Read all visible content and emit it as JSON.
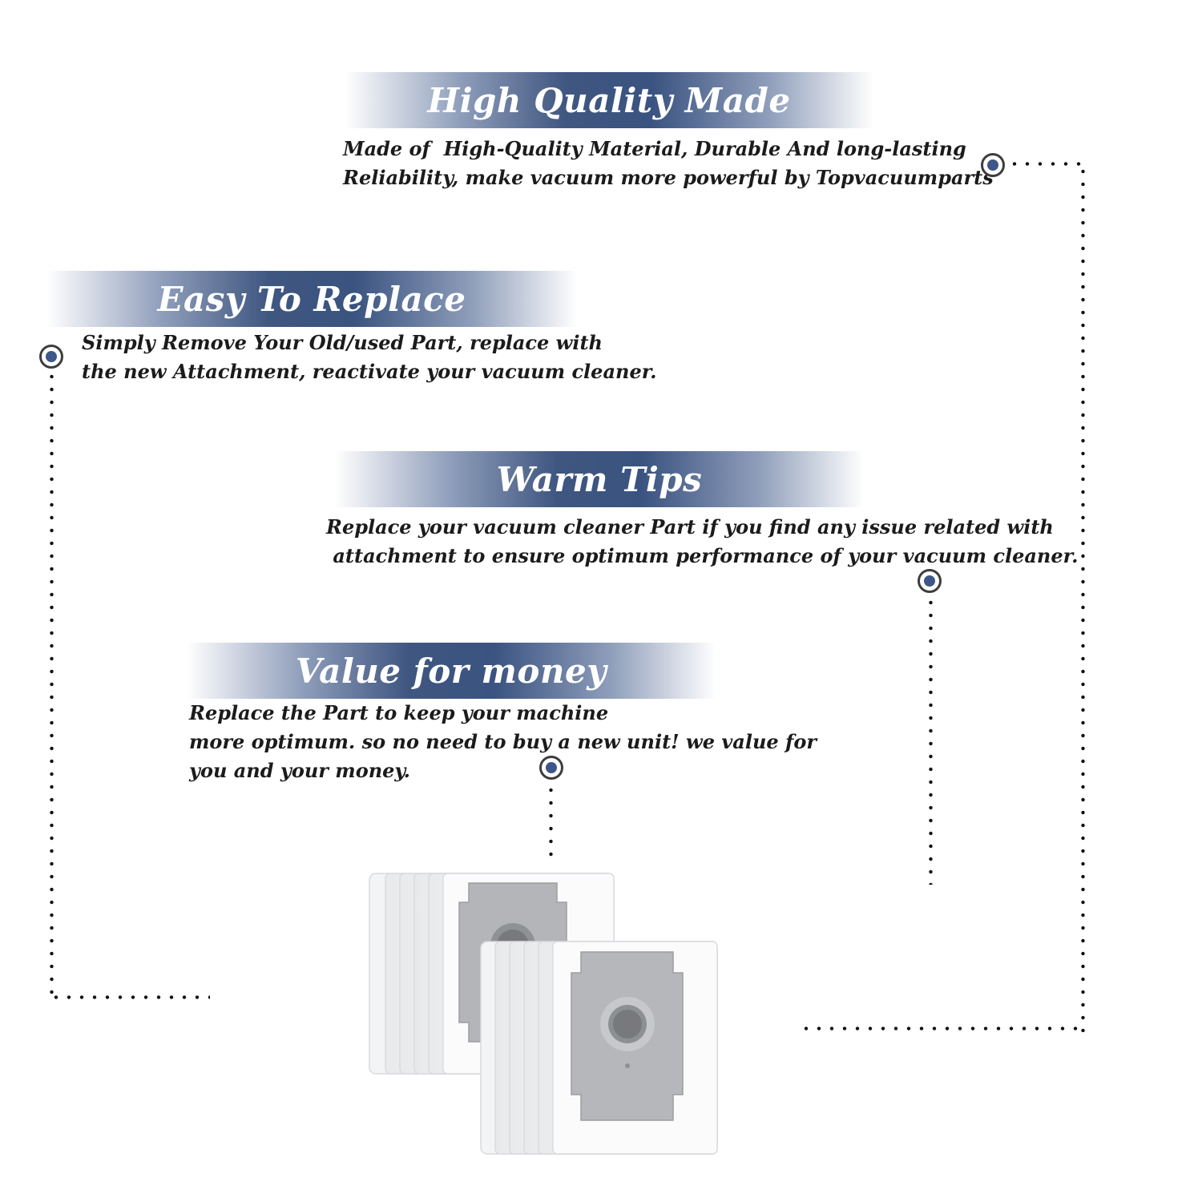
{
  "features": [
    {
      "title": "High Quality Made",
      "lines": [
        "Made of  High-Quality Material, Durable And long-lasting",
        "Reliability, make vacuum more powerful by Topvacuumparts"
      ]
    },
    {
      "title": "Easy To Replace",
      "lines": [
        "Simply Remove Your Old/used Part, replace with",
        "the new Attachment, reactivate your vacuum cleaner."
      ]
    },
    {
      "title": "Warm Tips",
      "lines": [
        "Replace your vacuum cleaner Part if you find any issue related with",
        " attachment to ensure optimum performance of your vacuum cleaner."
      ]
    },
    {
      "title": "Value for money",
      "lines": [
        "Replace the Part to keep your machine",
        "more optimum. so no need to buy a new unit! we value for",
        "you and your money."
      ]
    }
  ],
  "colors": {
    "banner_navy": "#3f5680",
    "marker_fill": "#3e5788",
    "text": "#1b1b1b"
  },
  "product_icon": "vacuum-dust-bags-image"
}
